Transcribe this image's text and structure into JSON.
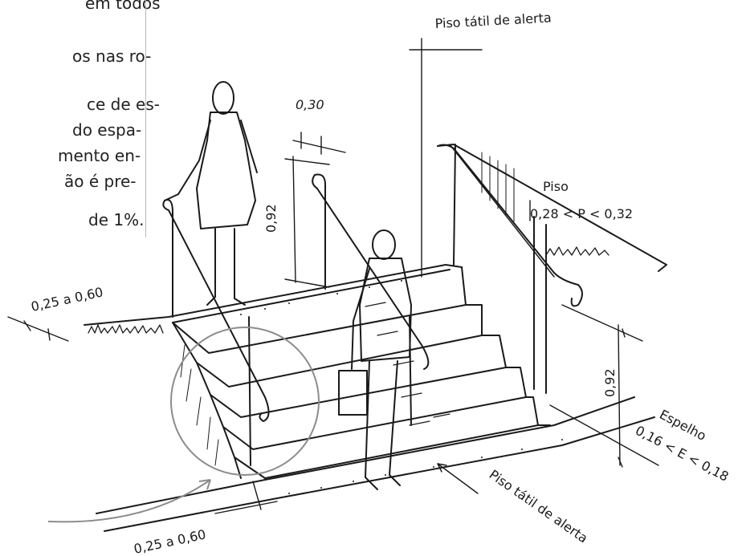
{
  "text_column": {
    "lines": [
      "em todos",
      "os nas ro-",
      "ce de es-",
      "do espa-",
      "mento en-",
      "ão é pre-",
      "de 1%."
    ]
  },
  "labels": {
    "piso_tatil_top": "Piso tátil de alerta",
    "dim_030": "0,30",
    "dim_092_left": "0,92",
    "piso": "Piso",
    "piso_range": "0,28 < P < 0,32",
    "dim_025_060_left": "0,25 a 0,60",
    "dim_092_right": "0,92",
    "espelho": "Espelho",
    "espelho_range": "0,16 < E < 0,18",
    "piso_tatil_bottom": "Piso tátil de alerta",
    "dim_025_060_bottom": "0,25 a 0,60"
  },
  "colors": {
    "ink": "#1a1a1a",
    "highlight_circle": "#8c8c8c",
    "rule": "#b8b8b8"
  }
}
